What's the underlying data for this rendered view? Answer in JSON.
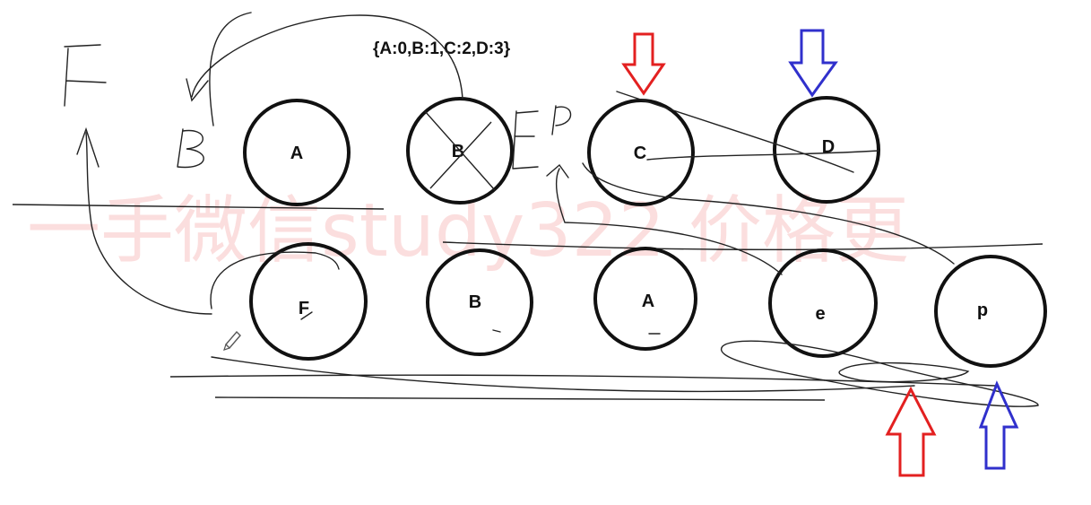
{
  "mapping_label": "{A:0,B:1,C:2,D:3}",
  "watermark": "一手微信study322 价格更",
  "old_row": {
    "nodes": [
      {
        "label": "A",
        "crossed": false
      },
      {
        "label": "B",
        "crossed": true
      },
      {
        "label": "C",
        "crossed": false
      },
      {
        "label": "D",
        "crossed": false
      }
    ]
  },
  "new_row": {
    "nodes": [
      {
        "label": "F"
      },
      {
        "label": "B"
      },
      {
        "label": "A"
      },
      {
        "label": "e"
      },
      {
        "label": "p"
      }
    ]
  },
  "colors": {
    "ink": "#111111",
    "pointer_red": "#e32020",
    "pointer_blue": "#3030cc",
    "watermark": "#f08a8a"
  }
}
